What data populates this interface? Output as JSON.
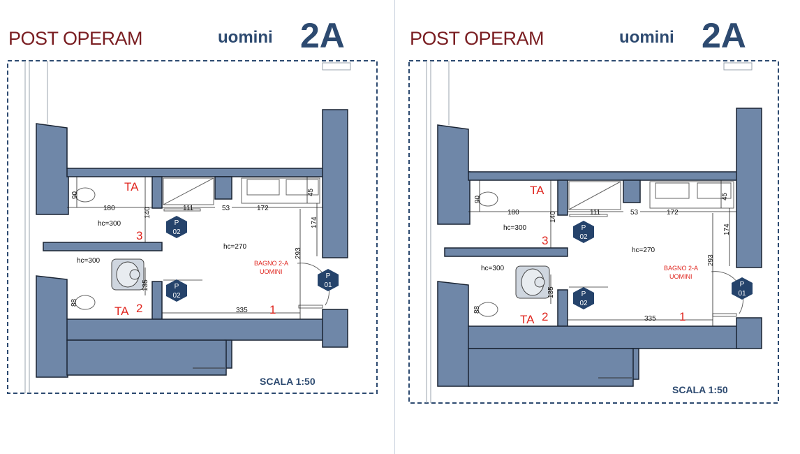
{
  "panels": [
    {
      "title": "POST OPERAM",
      "subtitle": "uomini",
      "code": "2A",
      "scale": "SCALA 1:50",
      "room_name": [
        "BAGNO 2-A",
        "UOMINI"
      ],
      "ceiling_main": "hc=270",
      "ceiling_toilet_upper": "hc=300",
      "ceiling_toilet_lower": "hc=300",
      "tag_upper": "TA",
      "tag_lower": "TA",
      "room_numbers": [
        "1",
        "2",
        "3"
      ],
      "dimensions": [
        "90",
        "180",
        "140",
        "111",
        "53",
        "172",
        "45",
        "174",
        "293",
        "88",
        "135",
        "335"
      ],
      "doors": [
        {
          "line1": "P",
          "line2": "02"
        },
        {
          "line1": "P",
          "line2": "02"
        },
        {
          "line1": "P",
          "line2": "01"
        }
      ]
    },
    {
      "title": "POST OPERAM",
      "subtitle": "uomini",
      "code": "2A",
      "scale": "SCALA 1:50",
      "room_name": [
        "BAGNO 2-A",
        "UOMINI"
      ],
      "ceiling_main": "hc=270",
      "ceiling_toilet_upper": "hc=300",
      "ceiling_toilet_lower": "hc=300",
      "tag_upper": "TA",
      "tag_lower": "TA",
      "room_numbers": [
        "1",
        "2",
        "3"
      ],
      "dimensions": [
        "90",
        "180",
        "140",
        "111",
        "53",
        "172",
        "45",
        "174",
        "293",
        "88",
        "135",
        "335"
      ],
      "doors": [
        {
          "line1": "P",
          "line2": "02"
        },
        {
          "line1": "P",
          "line2": "02"
        },
        {
          "line1": "P",
          "line2": "01"
        }
      ]
    }
  ],
  "colors": {
    "wall": "#6f87a8",
    "wall_stroke": "#1a2433",
    "title": "#7a1e22",
    "accent": "#2d4a70",
    "annotation": "#e0261f",
    "badge": "#25436b"
  }
}
